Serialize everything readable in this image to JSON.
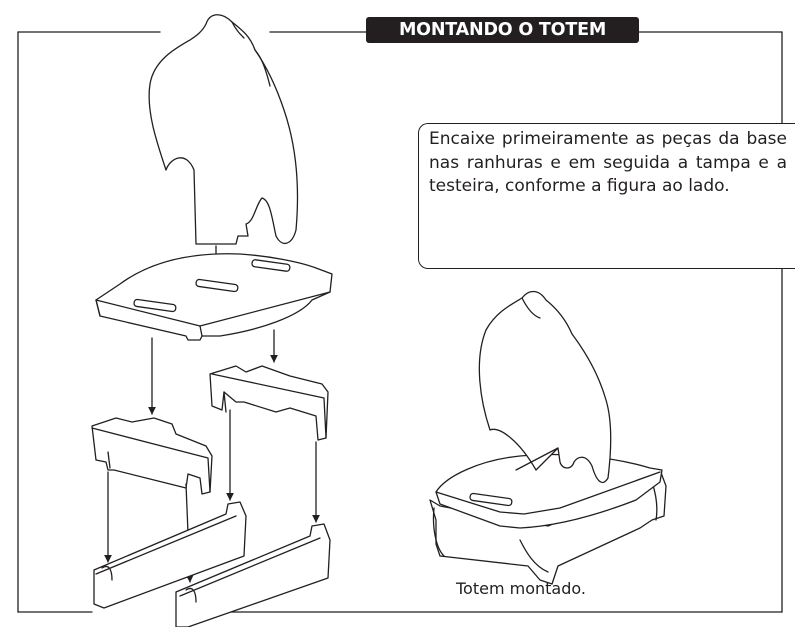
{
  "title": "MONTANDO O TOTEM",
  "instruction": "Encaixe primeiramente as peças da base nas ranhuras e em seguida a tampa e a testeira, conforme a figura ao lado.",
  "caption": "Totem montado.",
  "colors": {
    "ink": "#231f20",
    "paper": "#ffffff"
  }
}
